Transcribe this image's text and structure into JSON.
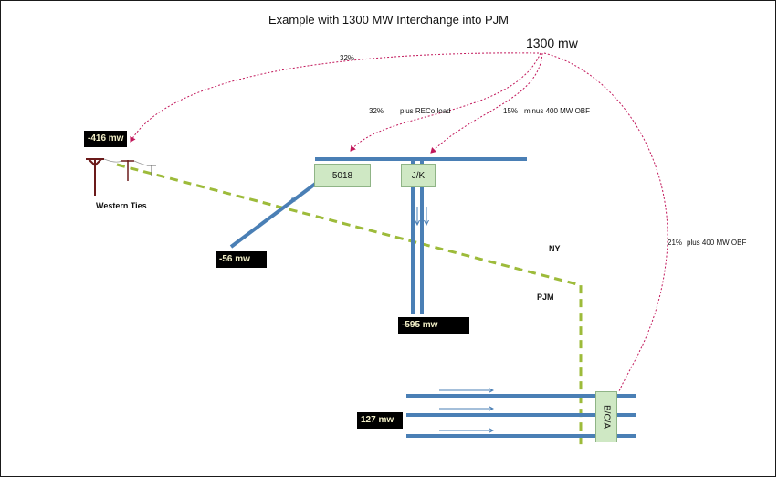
{
  "title": "Example with 1300 MW Interchange into PJM",
  "interchange_total": "1300 mw",
  "flow_percentages": {
    "western_ties": "32%",
    "s5018": "32%",
    "s5018_note": "plus RECo load",
    "jk": "15%",
    "jk_note": "minus 400 MW OBF",
    "bca": "21%",
    "bca_note": "plus 400 MW OBF"
  },
  "nodes": {
    "western_ties_label": "Western Ties",
    "western_ties_flow": "-416 mw",
    "s5018_label": "5018",
    "s5018_flow": "-56 mw",
    "jk_label": "J/K",
    "jk_flow": "-595 mw",
    "bca_label": "B/C/A",
    "bca_flow": "127 mw"
  },
  "regions": {
    "ny": "NY",
    "pjm": "PJM"
  },
  "colors": {
    "line": "#4a7fb5",
    "boundary": "#9dbb3a",
    "flow_path": "#c2185b",
    "box_fill": "#cfe8c4",
    "value_bg": "#000000",
    "value_text": "#f3f0c8",
    "tower": "#6b1a1a"
  }
}
